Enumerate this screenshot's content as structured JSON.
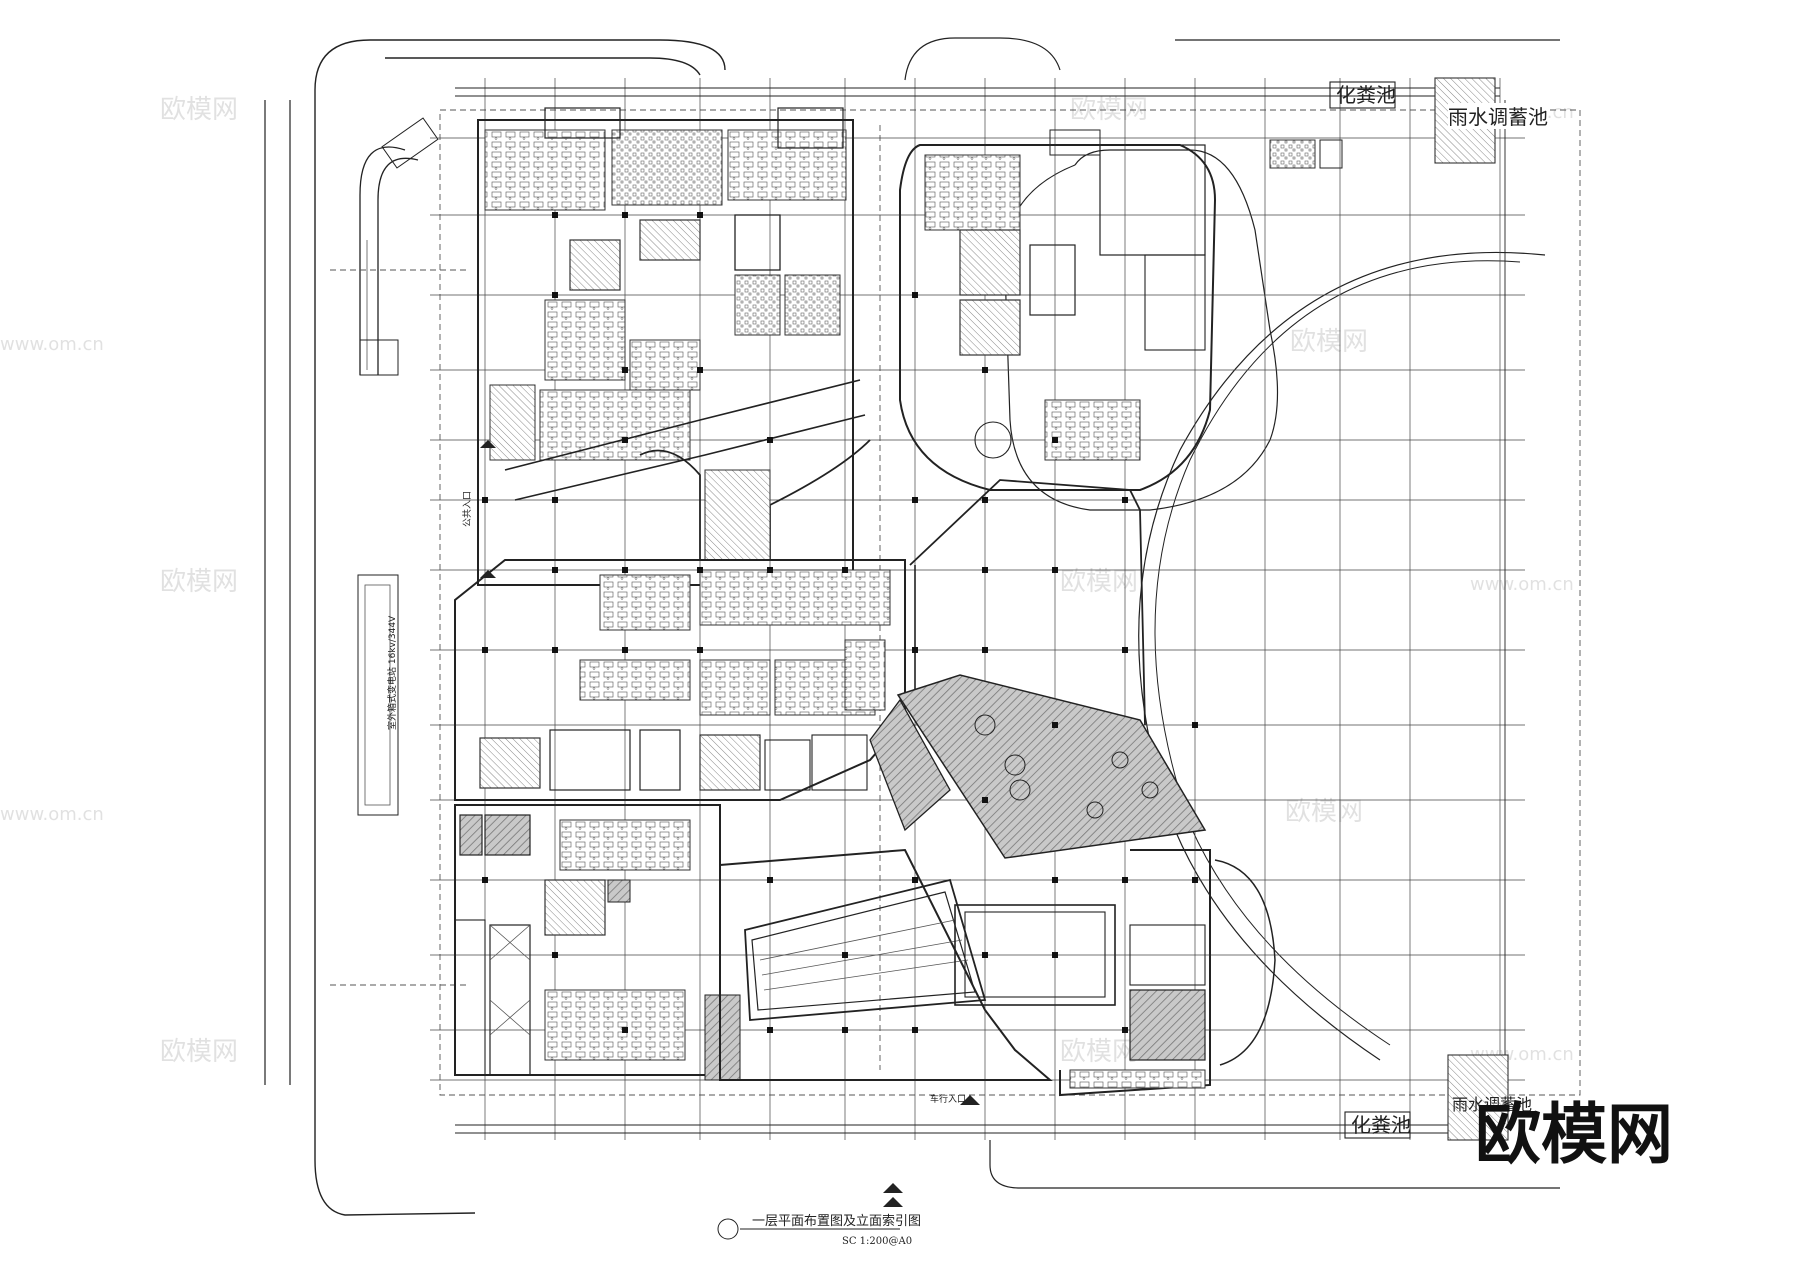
{
  "labels": {
    "septic_tank_top": "化粪池",
    "rainwater_tank_top": "雨水调蓄池",
    "septic_tank_bottom": "化粪池",
    "rainwater_tank_bottom": "雨水调蓄池",
    "public_entrance": "公共入口",
    "vehicle_entrance": "车行入口",
    "drawing_title": "一层平面布置图及立面索引图",
    "scale": "SC  1:200@A0",
    "brand": "欧模网",
    "watermark": "欧模网",
    "watermark_url": "www.om.cn",
    "transformer_note": "室外箱式变电站 16kv/344V"
  },
  "colors": {
    "line": "#222222",
    "hatch": "#9a9a9a",
    "background": "#ffffff",
    "watermark": "#bdbdbd"
  }
}
